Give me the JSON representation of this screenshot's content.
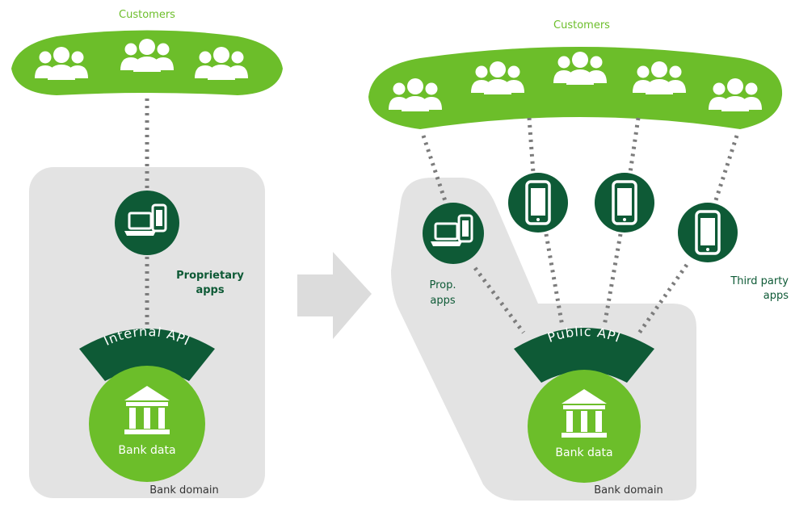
{
  "colors": {
    "brand_green": "#6cbe2a",
    "dark_green": "#0e5a36",
    "domain_grey": "#e3e3e3",
    "arrow_grey": "#dcdcdc",
    "dots_grey": "#7c7c7c",
    "white": "#ffffff"
  },
  "left": {
    "customers_label": "Customers",
    "apps_label_line1": "Proprietary",
    "apps_label_line2": "apps",
    "api_label": "Internal API",
    "bank_data_label": "Bank data",
    "domain_label": "Bank domain",
    "icons": [
      "people-icon",
      "people-icon",
      "people-icon",
      "devices-icon",
      "bank-building-icon"
    ]
  },
  "right": {
    "customers_label": "Customers",
    "prop_label_line1": "Prop.",
    "prop_label_line2": "apps",
    "third_party_label_line1": "Third party",
    "third_party_label_line2": "apps",
    "api_label": "Public API",
    "bank_data_label": "Bank data",
    "domain_label": "Bank domain",
    "icons": [
      "people-icon",
      "people-icon",
      "people-icon",
      "people-icon",
      "people-icon",
      "devices-icon",
      "smartphone-icon",
      "smartphone-icon",
      "smartphone-icon",
      "bank-building-icon"
    ]
  },
  "transition": {
    "icon": "arrow-right-icon"
  }
}
